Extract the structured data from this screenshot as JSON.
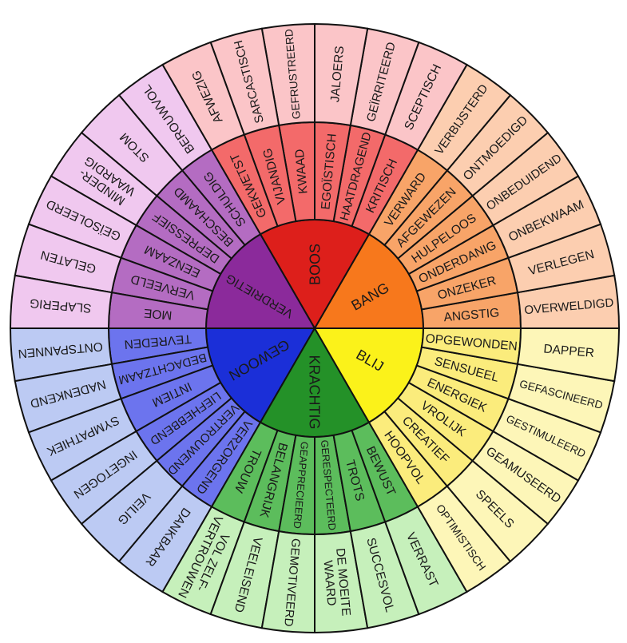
{
  "title": "Gevoelswiel",
  "groups": [
    {
      "core": "BANG",
      "start": 0,
      "colors": {
        "core": "#f7781c",
        "middle": "#f8a468",
        "outer": "#fcceb0"
      },
      "middle": [
        "ANGSTIG",
        "ONZEKER",
        "ONDERDANIG",
        "HULPELOOS",
        "AFGEWEZEN",
        "VERWARD"
      ],
      "outer": [
        "OVERWELDIGD",
        "VERLEGEN",
        "ONBEKWAAM",
        "ONBEDUIDEND",
        "ONTMOEDIGD",
        "VERBIJSTERD"
      ]
    },
    {
      "core": "BOOS",
      "start": 60,
      "colors": {
        "core": "#dd1f1b",
        "middle": "#f36a6a",
        "outer": "#fbc5c8"
      },
      "middle": [
        "KRITISCH",
        "HAATDRAGEND",
        "EGOÏSTISCH",
        "KWAAD",
        "VIJANDIG",
        "GEKWETST"
      ],
      "outer": [
        "SCEPTISCH",
        "GEÏRRITEERD",
        "JALOERS",
        "GEFRUSTREERD",
        "SARCASTISCH",
        "AFWEZIG"
      ]
    },
    {
      "core": "VERDRIETIG",
      "start": 120,
      "colors": {
        "core": "#8b2a9b",
        "middle": "#b46cc2",
        "outer": "#f0c8ef"
      },
      "middle": [
        "SCHULDIG",
        "BESCHAAMD",
        "DEPRESSIEF",
        "EENZAAM",
        "VERVEELD",
        "MOE"
      ],
      "outer": [
        "BEROUWVOL",
        "STOM",
        "MINDER-\nWAARDIG",
        "GEÏSOLEERD",
        "GELATEN",
        "SLAPERIG"
      ]
    },
    {
      "core": "GEWOON",
      "start": 180,
      "colors": {
        "core": "#1b2fd8",
        "middle": "#6c74ee",
        "outer": "#bccaf3"
      },
      "middle": [
        "TEVREDEN",
        "BEDACHTZAAM",
        "INTIEM",
        "LIEFHEBBEND",
        "VERTROUWEND",
        "VERZORGEND"
      ],
      "outer": [
        "ONTSPANNEN",
        "NADENKEND",
        "SYMPATHIEK",
        "INGETOGEN",
        "VEILIG",
        "DANKBAAR"
      ]
    },
    {
      "core": "KRACHTIG",
      "start": 240,
      "colors": {
        "core": "#249128",
        "middle": "#5cbd5c",
        "outer": "#c6f0bb"
      },
      "middle": [
        "TROUW",
        "BELANGRIJK",
        "GEAPPRECIEERD",
        "GERESPECTEERD",
        "TROTS",
        "BEWUST"
      ],
      "outer": [
        "VOL ZELF-\nVERTROUWEN",
        "VEELEISEND",
        "GEMOTIVEERD",
        "DE MOEITE\nWAARD",
        "SUCCESVOL",
        "VERRAST"
      ]
    },
    {
      "core": "BLIJ",
      "start": 300,
      "colors": {
        "core": "#fbf21a",
        "middle": "#fbec7c",
        "outer": "#fdf6b8"
      },
      "middle": [
        "HOOPVOL",
        "CREATIEF",
        "VROLIJK",
        "ENERGIEK",
        "SENSUEEL",
        "OPGEWONDEN"
      ],
      "outer": [
        "OPTIMISTISCH",
        "SPEELS",
        "GEAMUSEERD",
        "GESTIMULEERD",
        "GEFASCINEERD",
        "DAPPER"
      ]
    }
  ]
}
